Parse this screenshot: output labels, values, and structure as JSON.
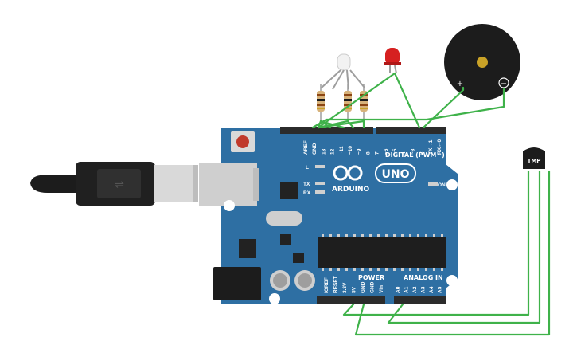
{
  "board": {
    "brand": "ARDUINO",
    "model": "UNO",
    "digital_header_label": "DIGITAL (PWM~)",
    "power_header_label": "POWER",
    "analog_header_label": "ANALOG IN",
    "led_l": "L",
    "led_tx": "TX",
    "led_rx": "RX",
    "led_on": "ON",
    "digital_pins": [
      "AREF",
      "GND",
      "13",
      "12",
      "~11",
      "~10",
      "~9",
      "8",
      "7",
      "~6",
      "~5",
      "4",
      "~3",
      "2",
      "TX→1",
      "RX←0"
    ],
    "power_pins": [
      "IOREF",
      "RESET",
      "3.3V",
      "5V",
      "GND",
      "GND",
      "Vin"
    ],
    "analog_pins": [
      "A0",
      "A1",
      "A2",
      "A3",
      "A4",
      "A5"
    ]
  },
  "buzzer": {
    "plus": "+",
    "minus": "−"
  },
  "sensor": {
    "label": "TMP"
  },
  "colors": {
    "board": "#2e6fa3",
    "wire": "#3fb24a",
    "led_red": "#d62020",
    "header": "#2b2b2b"
  }
}
